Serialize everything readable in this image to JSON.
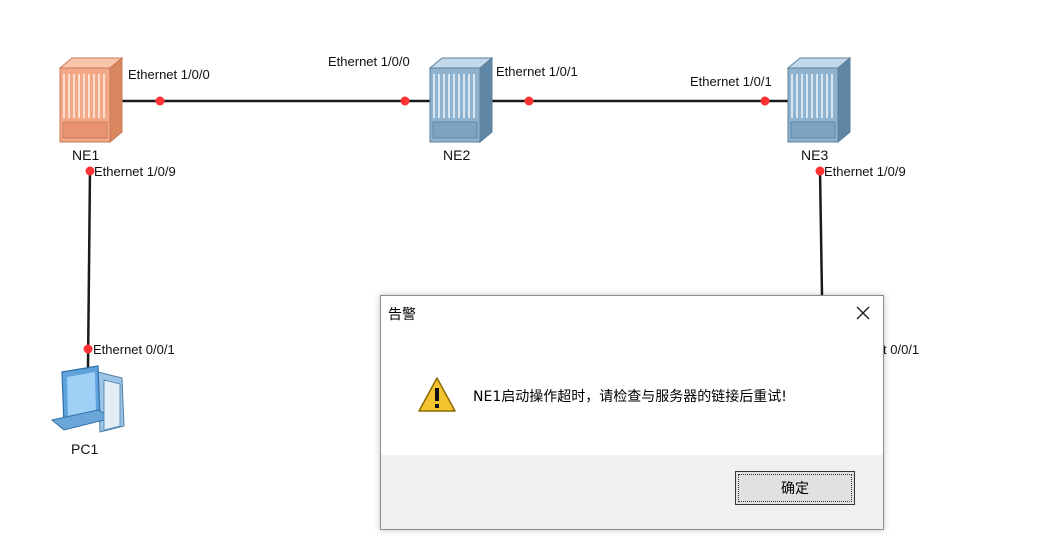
{
  "devices": {
    "ne1": {
      "name": "NE1",
      "port_top": "Ethernet 1/0/0",
      "port_bottom": "Ethernet 1/0/9"
    },
    "ne2": {
      "name": "NE2",
      "port_left": "Ethernet 1/0/0",
      "port_right": "Ethernet 1/0/1"
    },
    "ne3": {
      "name": "NE3",
      "port_left": "Ethernet 1/0/1",
      "port_bottom": "Ethernet 1/0/9"
    },
    "pc1": {
      "name": "PC1",
      "port": "Ethernet 0/0/1"
    },
    "hidden_port_partial": "t 0/0/1"
  },
  "colors": {
    "link": "#1a1a1a",
    "port_dot": "#ff3333",
    "ne1_body": "#f2a787",
    "ne_body": "#8fb3cf"
  },
  "dialog": {
    "title": "告警",
    "message": "NE1启动操作超时，请检查与服务器的链接后重试!",
    "ok_label": "确定",
    "icon": "warning-icon",
    "close_icon": "close-icon"
  }
}
